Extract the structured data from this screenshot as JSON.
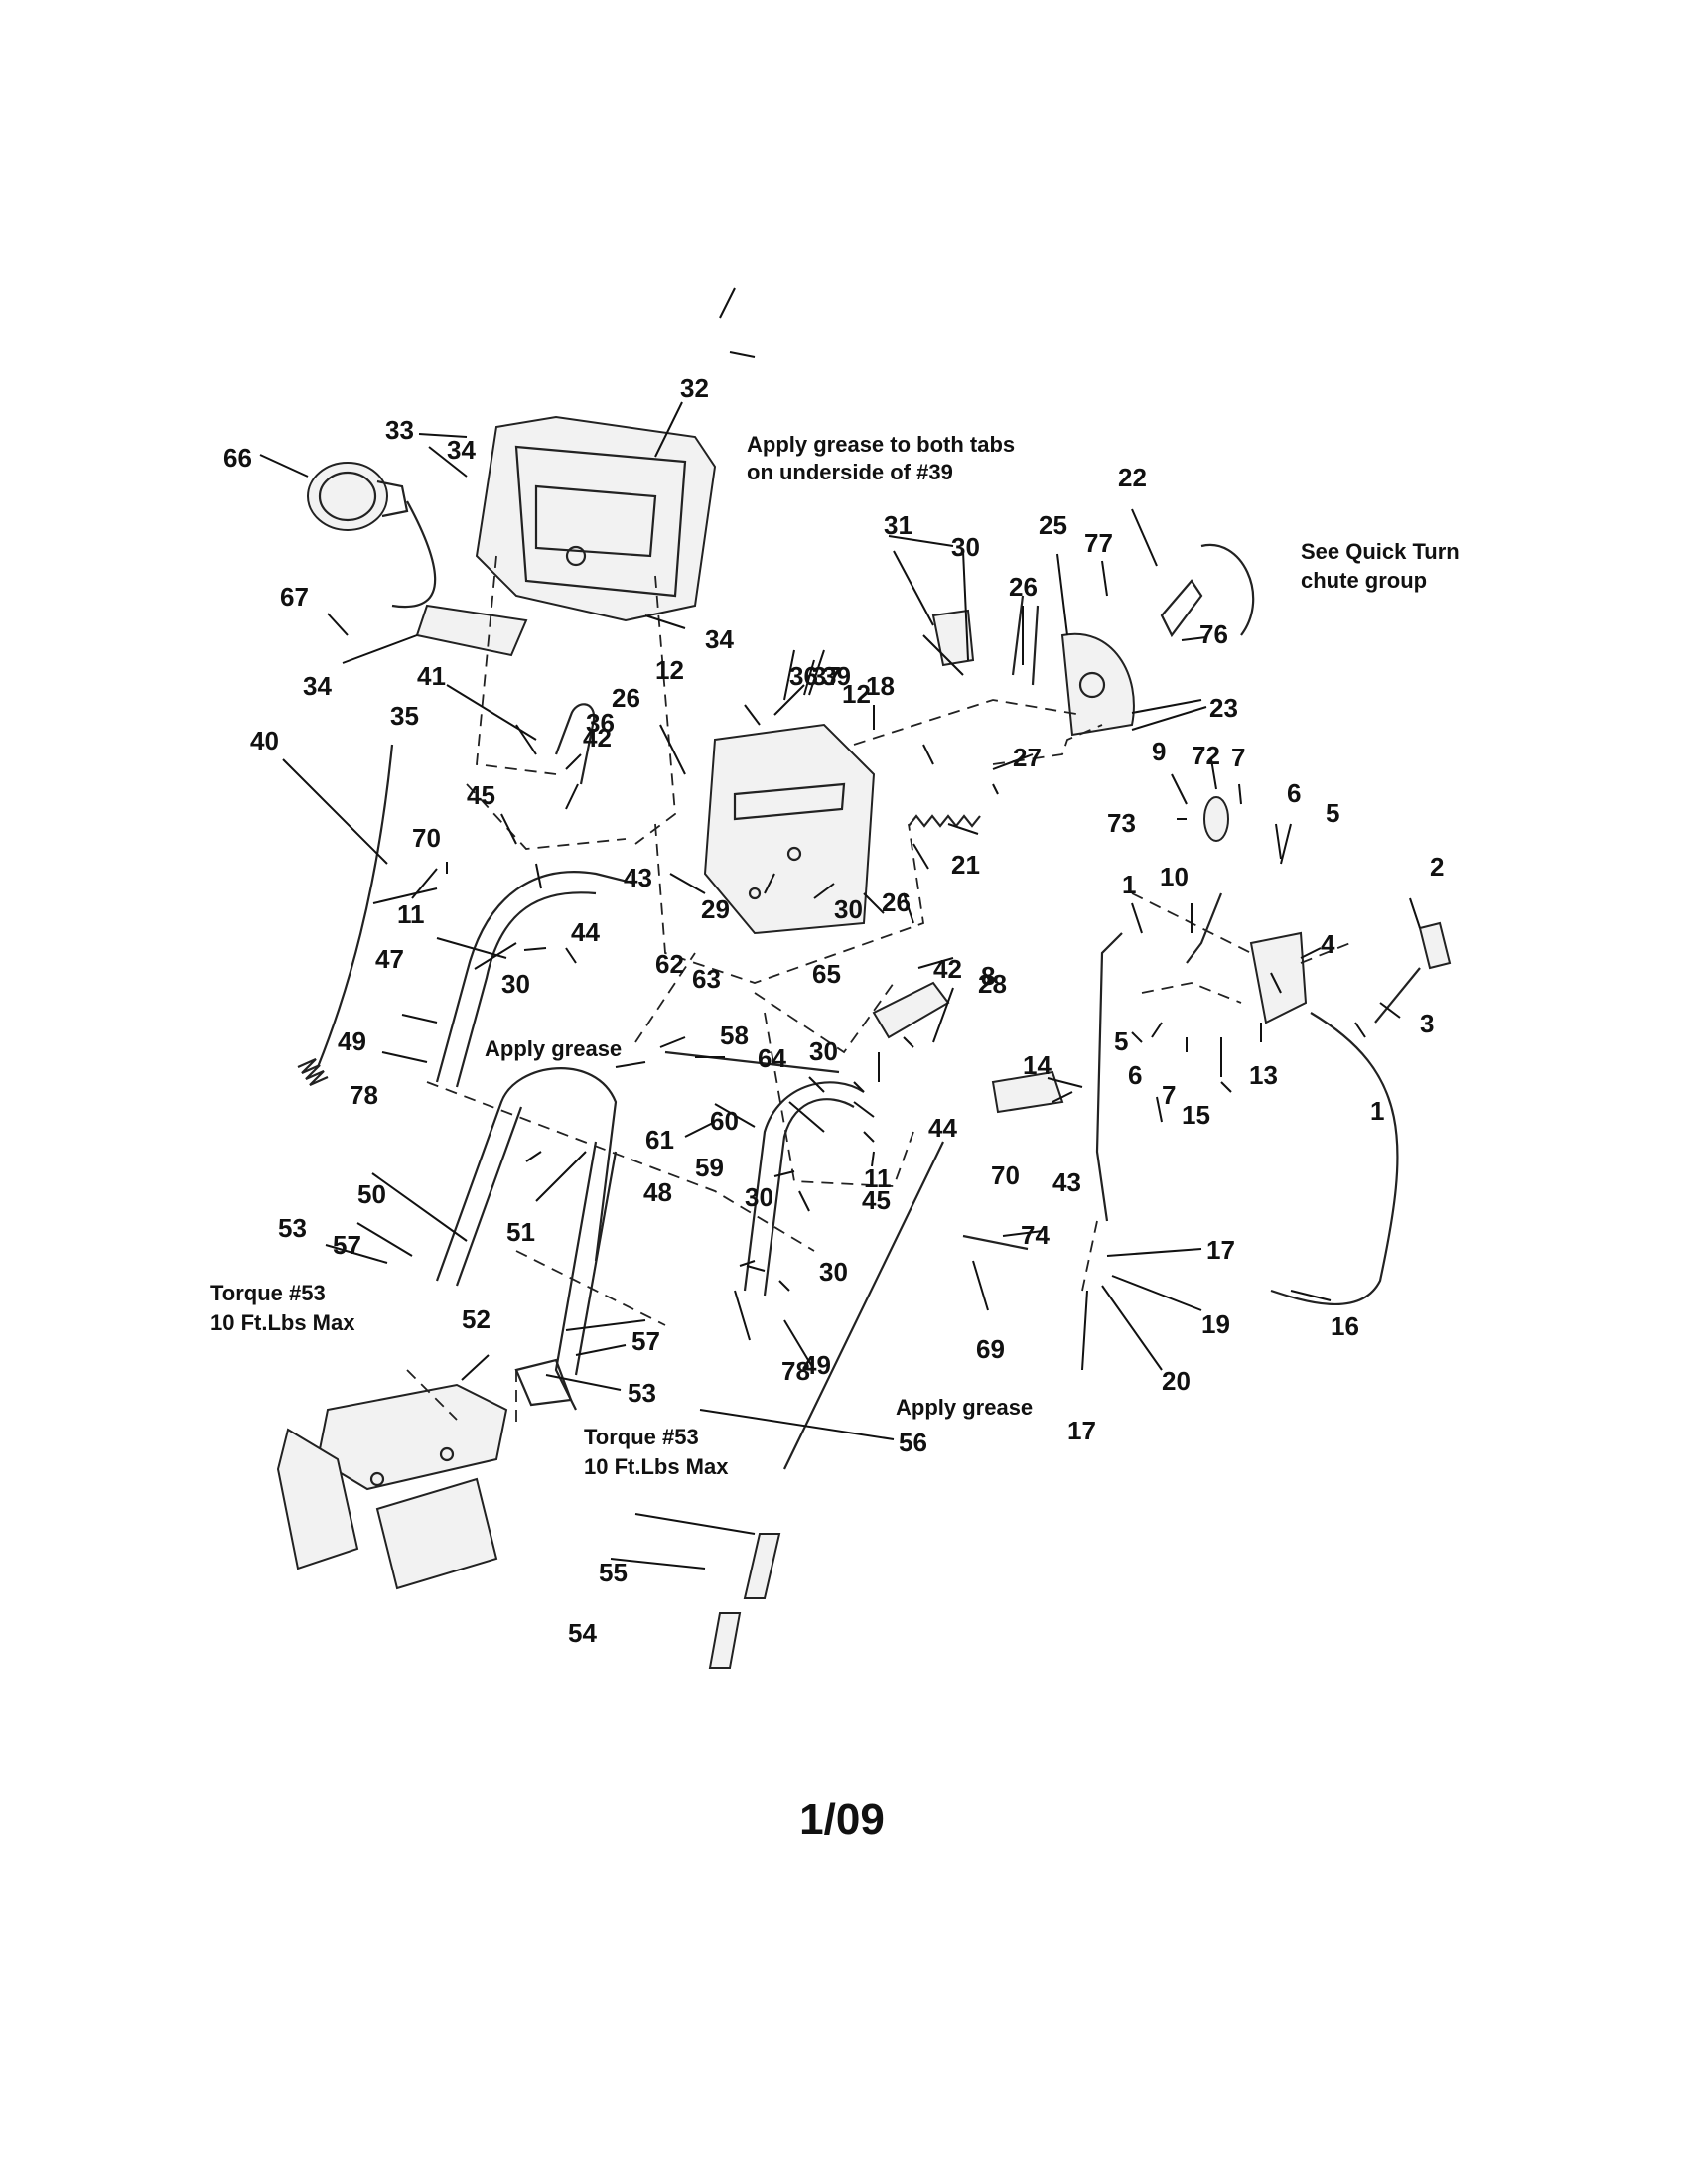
{
  "labels": [
    "1",
    "1",
    "2",
    "3",
    "4",
    "5",
    "5",
    "6",
    "6",
    "7",
    "7",
    "8",
    "9",
    "10",
    "11",
    "11",
    "12",
    "12",
    "13",
    "14",
    "15",
    "16",
    "17",
    "17",
    "18",
    "19",
    "20",
    "21",
    "22",
    "23",
    "25",
    "26",
    "26",
    "26",
    "27",
    "28",
    "29",
    "30",
    "30",
    "30",
    "30",
    "30",
    "30",
    "31",
    "32",
    "33",
    "34",
    "34",
    "34",
    "35",
    "36",
    "36",
    "37",
    "39",
    "40",
    "41",
    "42",
    "42",
    "43",
    "43",
    "44",
    "44",
    "45",
    "45",
    "47",
    "48",
    "49",
    "49",
    "50",
    "51",
    "52",
    "53",
    "53",
    "54",
    "55",
    "56",
    "57",
    "57",
    "58",
    "59",
    "60",
    "61",
    "62",
    "63",
    "64",
    "65",
    "66",
    "67",
    "69",
    "70",
    "70",
    "72",
    "73",
    "74",
    "76",
    "77",
    "78",
    "78"
  ],
  "notes": {
    "grease_tabs_line1": "Apply grease to both tabs",
    "grease_tabs_line2": "on underside of #39",
    "quick_turn_line1": "See Quick Turn",
    "quick_turn_line2": "chute group",
    "apply_grease_left": "Apply grease",
    "apply_grease_bottom": "Apply grease",
    "torque_left_line1": "Torque #53",
    "torque_left_line2": "10 Ft.Lbs Max",
    "torque_right_line1": "Torque #53",
    "torque_right_line2": "10 Ft.Lbs Max"
  },
  "footer": "1/09"
}
